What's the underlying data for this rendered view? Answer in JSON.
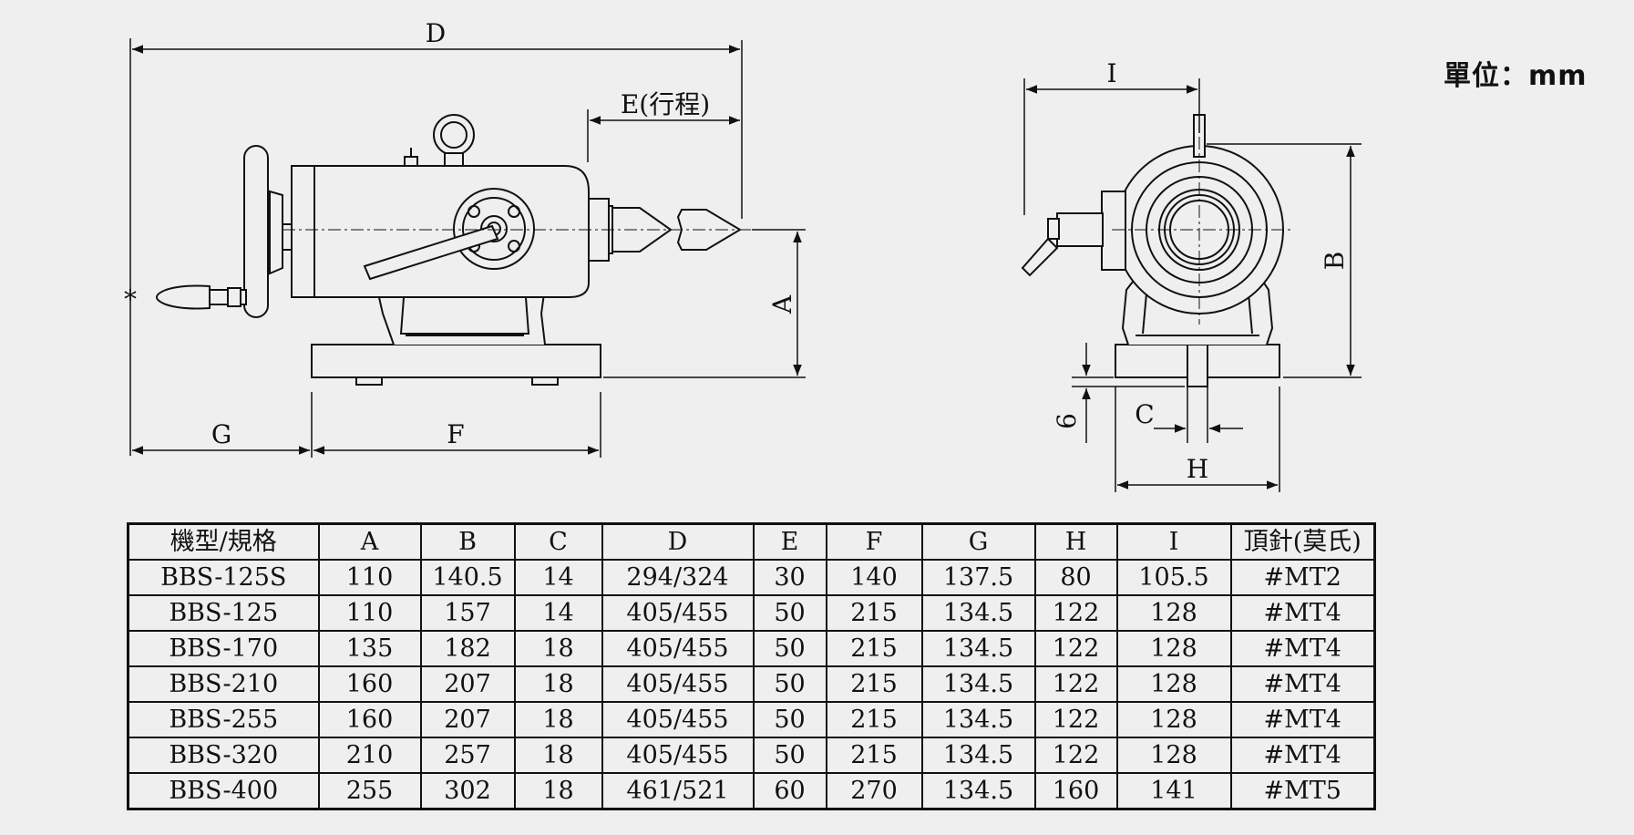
{
  "unit_label": "單位：mm",
  "side_view": {
    "dim_labels": {
      "D": "D",
      "E": "E(行程)",
      "A": "A",
      "G": "G",
      "F": "F"
    }
  },
  "front_view": {
    "dim_labels": {
      "I": "I",
      "B": "B",
      "C": "C",
      "H": "H",
      "six": "6"
    }
  },
  "spec_table": {
    "headers": [
      "機型/規格",
      "A",
      "B",
      "C",
      "D",
      "E",
      "F",
      "G",
      "H",
      "I",
      "頂針(莫氏)"
    ],
    "rows": [
      [
        "BBS-125S",
        "110",
        "140.5",
        "14",
        "294/324",
        "30",
        "140",
        "137.5",
        "80",
        "105.5",
        "#MT2"
      ],
      [
        "BBS-125",
        "110",
        "157",
        "14",
        "405/455",
        "50",
        "215",
        "134.5",
        "122",
        "128",
        "#MT4"
      ],
      [
        "BBS-170",
        "135",
        "182",
        "18",
        "405/455",
        "50",
        "215",
        "134.5",
        "122",
        "128",
        "#MT4"
      ],
      [
        "BBS-210",
        "160",
        "207",
        "18",
        "405/455",
        "50",
        "215",
        "134.5",
        "122",
        "128",
        "#MT4"
      ],
      [
        "BBS-255",
        "160",
        "207",
        "18",
        "405/455",
        "50",
        "215",
        "134.5",
        "122",
        "128",
        "#MT4"
      ],
      [
        "BBS-320",
        "210",
        "257",
        "18",
        "405/455",
        "50",
        "215",
        "134.5",
        "122",
        "128",
        "#MT4"
      ],
      [
        "BBS-400",
        "255",
        "302",
        "18",
        "461/521",
        "60",
        "270",
        "134.5",
        "160",
        "141",
        "#MT5"
      ]
    ]
  }
}
